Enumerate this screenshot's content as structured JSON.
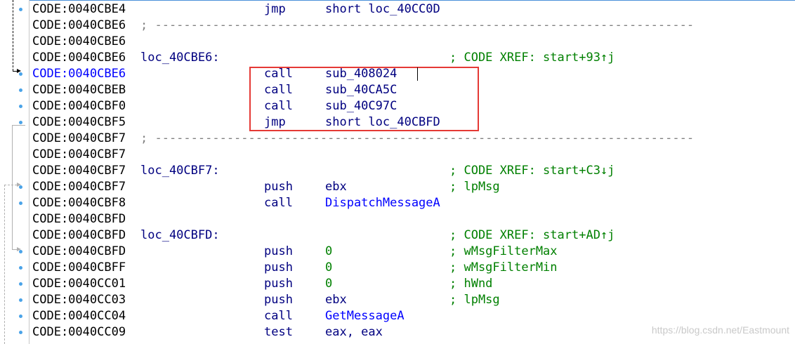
{
  "rows": [
    {
      "addr": "CODE:0040CBE4",
      "mnem": "jmp",
      "op": "short loc_40CC0D"
    },
    {
      "addr": "CODE:0040CBE6",
      "sep": "; ---------------------------------------------------------------------------"
    },
    {
      "addr": "CODE:0040CBE6"
    },
    {
      "addr": "CODE:0040CBE6",
      "label": "loc_40CBE6:",
      "cmt": "; CODE XREF: start+93↑j"
    },
    {
      "addr": "CODE:0040CBE6",
      "mnem": "call",
      "op": "sub_408024",
      "current": true
    },
    {
      "addr": "CODE:0040CBEB",
      "mnem": "call",
      "op": "sub_40CA5C"
    },
    {
      "addr": "CODE:0040CBF0",
      "mnem": "call",
      "op": "sub_40C97C"
    },
    {
      "addr": "CODE:0040CBF5",
      "mnem": "jmp",
      "op": "short loc_40CBFD"
    },
    {
      "addr": "CODE:0040CBF7",
      "sep": "; ---------------------------------------------------------------------------"
    },
    {
      "addr": "CODE:0040CBF7"
    },
    {
      "addr": "CODE:0040CBF7",
      "label": "loc_40CBF7:",
      "cmt": "; CODE XREF: start+C3↓j"
    },
    {
      "addr": "CODE:0040CBF7",
      "mnem": "push",
      "op": "ebx",
      "cmt": "; lpMsg"
    },
    {
      "addr": "CODE:0040CBF8",
      "mnem": "call",
      "op": "DispatchMessageA",
      "op_kind": "imp"
    },
    {
      "addr": "CODE:0040CBFD"
    },
    {
      "addr": "CODE:0040CBFD",
      "label": "loc_40CBFD:",
      "cmt": "; CODE XREF: start+AD↑j"
    },
    {
      "addr": "CODE:0040CBFD",
      "mnem": "push",
      "op": "0",
      "op_kind": "num",
      "cmt": "; wMsgFilterMax"
    },
    {
      "addr": "CODE:0040CBFF",
      "mnem": "push",
      "op": "0",
      "op_kind": "num",
      "cmt": "; wMsgFilterMin"
    },
    {
      "addr": "CODE:0040CC01",
      "mnem": "push",
      "op": "0",
      "op_kind": "num",
      "cmt": "; hWnd"
    },
    {
      "addr": "CODE:0040CC03",
      "mnem": "push",
      "op": "ebx",
      "cmt": "; lpMsg"
    },
    {
      "addr": "CODE:0040CC04",
      "mnem": "call",
      "op": "GetMessageA",
      "op_kind": "imp"
    },
    {
      "addr": "CODE:0040CC09",
      "mnem": "test",
      "op": "eax, eax"
    }
  ],
  "comment_colors": {
    "imp_comment": "#0000ff"
  },
  "watermark": "https://blog.csdn.net/Eastmount",
  "colors": {
    "address": "#000000",
    "current_address": "#0000ff",
    "instruction": "#000080",
    "import": "#0000ff",
    "number": "#008000",
    "comment": "#008000",
    "separator": "#808080",
    "highlight_box": "#e53935",
    "gutter_dot": "#4aa3e8"
  }
}
